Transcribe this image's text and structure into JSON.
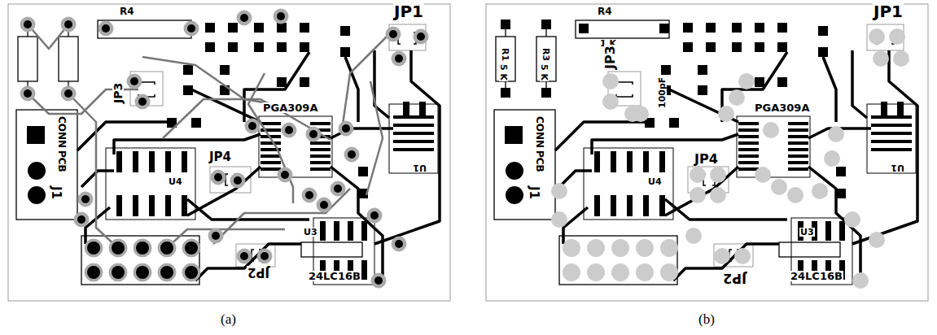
{
  "diagram": {
    "labels": [
      "(a)",
      "R4",
      "JP1",
      "JP3",
      "JP4",
      "JP2",
      "CONN",
      "PCB",
      "J1",
      "PGA309A",
      "U4",
      "U1",
      "U3",
      "24LC16B",
      "(b)",
      "R4",
      "R1",
      "5 K",
      "R3",
      "5 K",
      "1 K",
      "JP1",
      "JP3",
      "JP4",
      "JP2",
      "CONN",
      "PCB",
      "J1",
      "PGA309A",
      "U4",
      "U1",
      "U3",
      "24LC16B",
      "100pF"
    ]
  }
}
